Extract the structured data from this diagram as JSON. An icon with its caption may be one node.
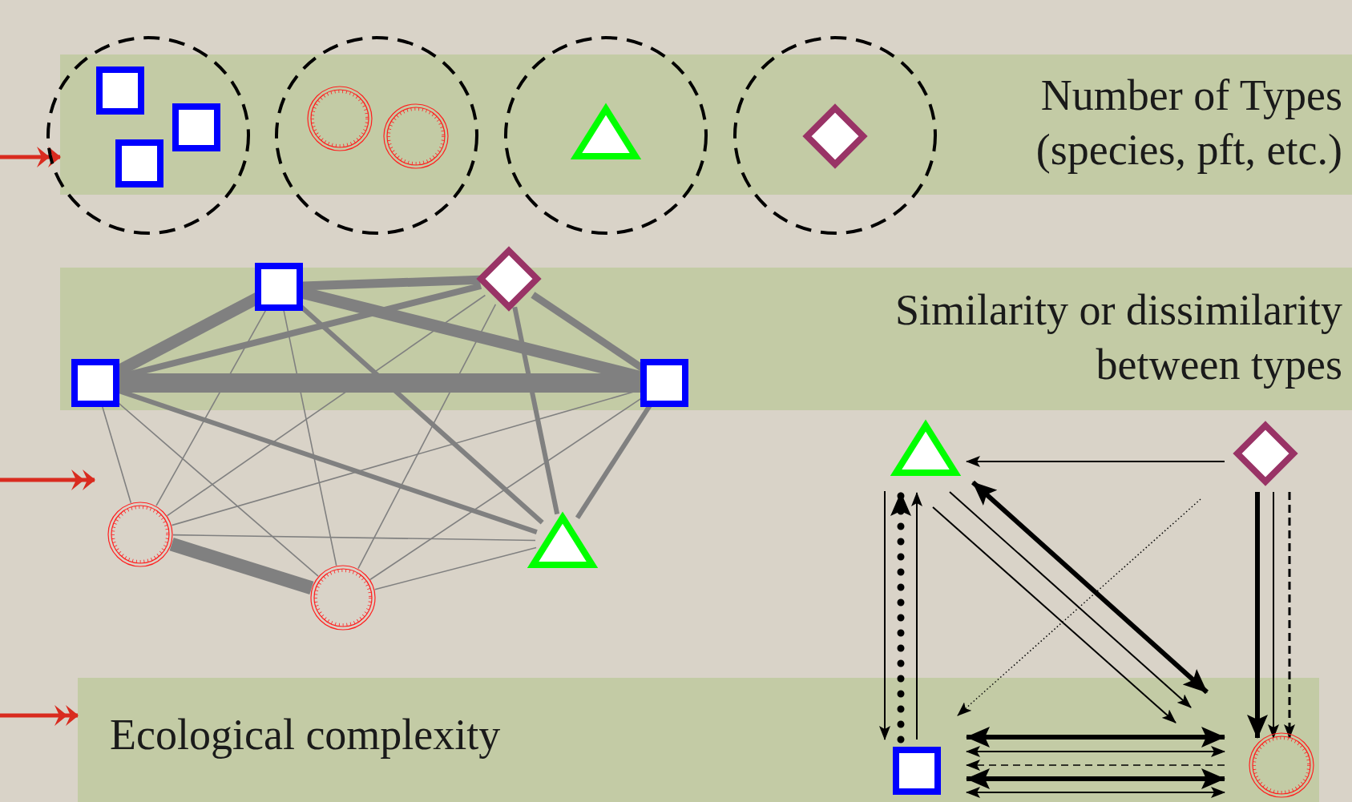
{
  "diagram": {
    "nodes": [
      {
        "text": [
          "Number of Types (species, pft, etc.)"
        ]
      },
      {
        "text": [],
        "shape": "circle"
      },
      {
        "text": [],
        "shape": "box"
      },
      {
        "text": [],
        "shape": "box"
      },
      {
        "text": [],
        "shape": "box"
      },
      {
        "text": [],
        "shape": "circle"
      },
      {
        "text": [],
        "shape": "circle"
      },
      {
        "text": [],
        "shape": "circle"
      },
      {
        "text": [],
        "shape": "circle"
      },
      {
        "text": [],
        "shape": "triangle"
      },
      {
        "text": [],
        "shape": "circle"
      },
      {
        "text": [],
        "shape": "diamond"
      },
      {
        "text": [],
        "shape": "box"
      },
      {
        "text": [],
        "shape": "diamond"
      },
      {
        "text": [],
        "shape": "box"
      },
      {
        "text": [],
        "shape": "box"
      },
      {
        "text": [],
        "shape": "circle"
      },
      {
        "text": [],
        "shape": "triangle"
      },
      {
        "text": [],
        "shape": "circle"
      },
      {
        "text": [],
        "shape": "triangle"
      },
      {
        "text": [],
        "shape": "diamond"
      },
      {
        "text": [
          "Ecological complexity"
        ]
      },
      {
        "text": [],
        "shape": "box",
        "in": 21
      },
      {
        "text": [],
        "shape": "circle",
        "in": 21
      }
    ],
    "edges": [
      {
        "from": 14,
        "to": 12,
        "arrow": "none",
        "style": "thick"
      },
      {
        "from": 12,
        "to": 13,
        "arrow": "none",
        "style": "thick"
      },
      {
        "from": 14,
        "to": 13,
        "arrow": "none",
        "style": "thick"
      },
      {
        "from": 12,
        "to": 15,
        "arrow": "none",
        "style": "thick"
      },
      {
        "from": 13,
        "to": 15,
        "arrow": "none",
        "style": "thick"
      },
      {
        "from": 14,
        "to": 15,
        "arrow": "none",
        "style": "thick"
      },
      {
        "from": 14,
        "to": 16,
        "arrow": "none"
      },
      {
        "from": 14,
        "to": 18,
        "arrow": "none"
      },
      {
        "from": 14,
        "to": 17,
        "arrow": "none",
        "style": "thick"
      },
      {
        "from": 12,
        "to": 16,
        "arrow": "none"
      },
      {
        "from": 12,
        "to": 18,
        "arrow": "none"
      },
      {
        "from": 12,
        "to": 17,
        "arrow": "none",
        "style": "thick"
      },
      {
        "from": 13,
        "to": 16,
        "arrow": "none"
      },
      {
        "from": 13,
        "to": 18,
        "arrow": "none"
      },
      {
        "from": 13,
        "to": 17,
        "arrow": "none",
        "style": "thick"
      },
      {
        "from": 15,
        "to": 16,
        "arrow": "none"
      },
      {
        "from": 15,
        "to": 18,
        "arrow": "none"
      },
      {
        "from": 15,
        "to": 17,
        "arrow": "none",
        "style": "thick"
      },
      {
        "from": 16,
        "to": 18,
        "arrow": "none",
        "style": "thick"
      },
      {
        "from": 16,
        "to": 17,
        "arrow": "none"
      },
      {
        "from": 18,
        "to": 17,
        "arrow": "none"
      },
      {
        "from": 20,
        "to": 19,
        "arrow": "to",
        "color": "#000000"
      },
      {
        "from": 19,
        "to": 22,
        "arrow": "to",
        "color": "#000000"
      },
      {
        "from": 22,
        "to": 19,
        "arrow": "to",
        "style": "dashed",
        "color": "#000000"
      },
      {
        "from": 22,
        "to": 19,
        "arrow": "to",
        "color": "#000000"
      },
      {
        "from": 19,
        "to": 23,
        "arrow": "both",
        "style": "thick",
        "color": "#000000"
      },
      {
        "from": 19,
        "to": 23,
        "arrow": "to",
        "color": "#000000"
      },
      {
        "from": 19,
        "to": 23,
        "arrow": "to",
        "color": "#000000"
      },
      {
        "from": 20,
        "to": 22,
        "arrow": "to",
        "style": "dashed",
        "color": "#000000"
      },
      {
        "from": 20,
        "to": 23,
        "arrow": "to",
        "style": "thick",
        "color": "#000000"
      },
      {
        "from": 20,
        "to": 23,
        "arrow": "to",
        "color": "#000000"
      },
      {
        "from": 20,
        "to": 23,
        "arrow": "to",
        "style": "dashed",
        "color": "#000000"
      },
      {
        "from": 22,
        "to": 23,
        "arrow": "both",
        "style": "thick",
        "color": "#000000"
      },
      {
        "from": 22,
        "to": 23,
        "arrow": "both",
        "color": "#000000"
      },
      {
        "from": 23,
        "to": 22,
        "arrow": "to",
        "style": "dashed",
        "color": "#000000"
      },
      {
        "from": 22,
        "to": 23,
        "arrow": "both",
        "style": "thick",
        "color": "#000000"
      },
      {
        "from": 22,
        "to": 23,
        "arrow": "both",
        "color": "#000000"
      },
      {
        "from": null,
        "to": 0,
        "arrow": "to",
        "style": "thick",
        "color": "#d92b1f"
      },
      {
        "from": null,
        "to": 21,
        "arrow": "to",
        "style": "thick",
        "color": "#d92b1f"
      }
    ],
    "labels": [
      "Similarity or dissimilarity between types"
    ]
  }
}
